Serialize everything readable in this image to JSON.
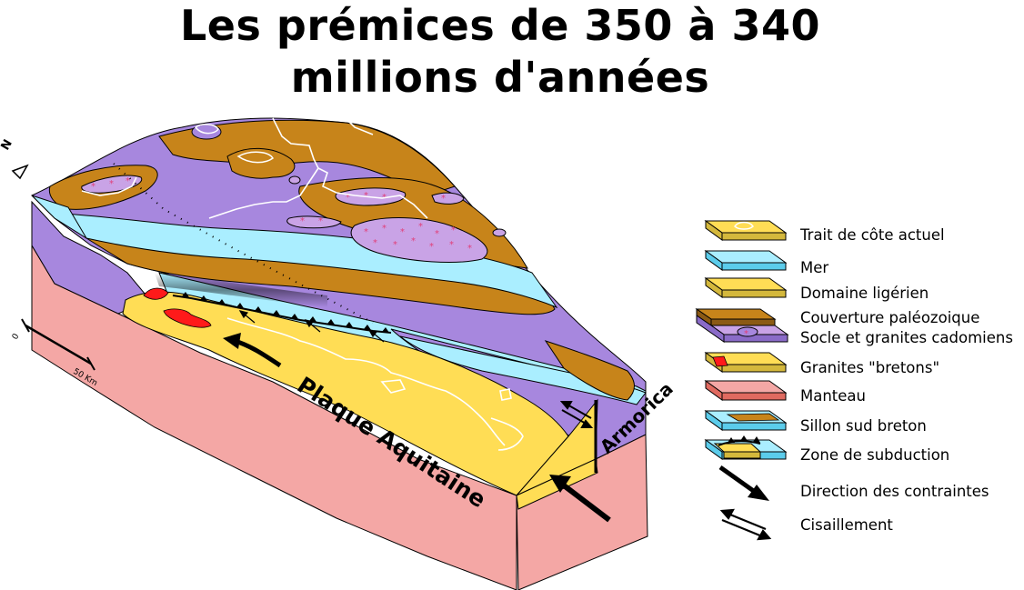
{
  "title": {
    "line1": "Les prémices de 350 à 340",
    "line2": "millions d'années"
  },
  "labels": {
    "plate": "Plaque Aquitaine",
    "armorica": "Armorica",
    "north": "N",
    "scale_zero": "0",
    "scale_end": "50 Km"
  },
  "legend": [
    {
      "label": "Trait de côte actuel",
      "icon": "coastline-swatch-icon"
    },
    {
      "label": "Mer",
      "icon": "sea-swatch-icon"
    },
    {
      "label": "Domaine ligérien",
      "icon": "ligerian-swatch-icon"
    },
    {
      "label": "Couverture paléozoique",
      "icon": "paleozoic-cover-swatch-icon"
    },
    {
      "label": "Socle et granites cadomiens",
      "icon": "cadomian-basement-swatch-icon"
    },
    {
      "label": "Granites \"bretons\"",
      "icon": "breton-granite-swatch-icon"
    },
    {
      "label": "Manteau",
      "icon": "mantle-swatch-icon"
    },
    {
      "label": "Sillon sud breton",
      "icon": "south-breton-furrow-swatch-icon"
    },
    {
      "label": "Zone de subduction",
      "icon": "subduction-swatch-icon"
    },
    {
      "label": "Direction des contraintes",
      "icon": "stress-arrow-icon"
    },
    {
      "label": "Cisaillement",
      "icon": "shear-icon"
    }
  ],
  "colors": {
    "yellow": "#FFDD55",
    "yellow_side": "#D4B83C",
    "sea": "#AAEEFF",
    "sea_side": "#5BCCEB",
    "purple": "#A787DE",
    "purple_dark": "#8A6BC8",
    "brown": "#C7841A",
    "mantle": "#F4A7A5",
    "mantle_side": "#E06A60",
    "granite": "#FF1A1A",
    "asterisk": "#E0407A"
  }
}
